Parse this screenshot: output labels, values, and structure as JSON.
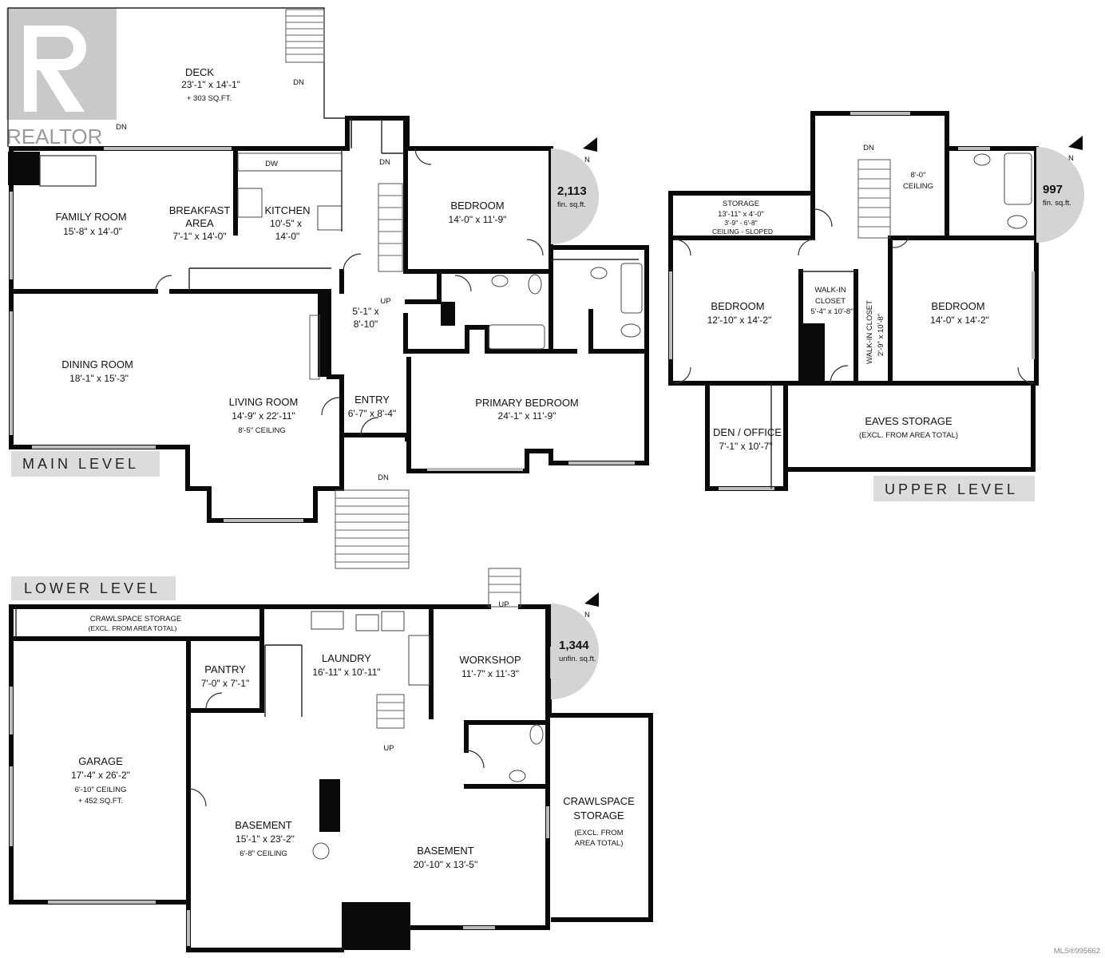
{
  "brand": {
    "logo_text": "REALTOR",
    "mls": "MLS®995662"
  },
  "levels": {
    "main": "MAIN LEVEL",
    "upper": "UPPER LEVEL",
    "lower": "LOWER LEVEL"
  },
  "area_badges": {
    "main": {
      "value": "2,113",
      "unit": "fin. sq.ft."
    },
    "upper": {
      "value": "997",
      "unit": "fin. sq.ft."
    },
    "lower": {
      "value": "1,344",
      "unit": "unfin. sq.ft."
    },
    "north_letter": "N"
  },
  "rooms": {
    "deck": {
      "name": "DECK",
      "dim": "23'-1\" x 14'-1\"",
      "note": "+ 303 SQ.FT."
    },
    "family_room": {
      "name": "FAMILY ROOM",
      "dim": "15'-8\" x 14'-0\""
    },
    "breakfast": {
      "name1": "BREAKFAST",
      "name2": "AREA",
      "dim": "7'-1\" x 14'-0\""
    },
    "kitchen": {
      "name": "KITCHEN",
      "dim1": "10'-5\" x",
      "dim2": "14'-0\""
    },
    "bedroom_main": {
      "name": "BEDROOM",
      "dim": "14'-0\" x 11'-9\""
    },
    "dining_room": {
      "name": "DINING ROOM",
      "dim": "18'-1\" x 15'-3\""
    },
    "living_room": {
      "name": "LIVING ROOM",
      "dim": "14'-9\" x 22'-11\"",
      "note": "8'-5\" CEILING"
    },
    "hall": {
      "dim1": "5'-1\" x",
      "dim2": "8'-10\""
    },
    "entry": {
      "name": "ENTRY",
      "dim": "6'-7\" x 8'-4\""
    },
    "primary_bedroom": {
      "name": "PRIMARY BEDROOM",
      "dim": "24'-1\" x 11'-9\""
    },
    "storage_upper": {
      "name": "STORAGE",
      "dim": "13'-11\" x 4'-0\"",
      "note": "3'-9\" - 6'-8\"",
      "note2": "CEILING - SLOPED"
    },
    "ceiling_upper": {
      "dim": "8'-0\"",
      "note": "CEILING"
    },
    "bedroom_upper_left": {
      "name": "BEDROOM",
      "dim": "12'-10\" x 14'-2\""
    },
    "walkin_closet": {
      "name1": "WALK-IN",
      "name2": "CLOSET",
      "dim": "5'-4\" x 10'-8\""
    },
    "walkin_closet_2": {
      "name": "WALK-IN CLOSET",
      "dim": "2'-9\" x 10'-8\""
    },
    "bedroom_upper_right": {
      "name": "BEDROOM",
      "dim": "14'-0\" x 14'-2\""
    },
    "den_office": {
      "name": "DEN / OFFICE",
      "dim": "7'-1\" x 10'-7\""
    },
    "eaves_storage": {
      "name": "EAVES STORAGE",
      "note": "(EXCL. FROM AREA TOTAL)"
    },
    "crawl_top": {
      "name": "CRAWLSPACE STORAGE",
      "note": "(EXCL. FROM AREA TOTAL)"
    },
    "pantry": {
      "name": "PANTRY",
      "dim": "7'-0\" x 7'-1\""
    },
    "laundry": {
      "name": "LAUNDRY",
      "dim": "16'-11\" x 10'-11\""
    },
    "workshop": {
      "name": "WORKSHOP",
      "dim": "11'-7\" x 11'-3\""
    },
    "garage": {
      "name": "GARAGE",
      "dim": "17'-4\" x 26'-2\"",
      "note": "6'-10\" CEILING",
      "note2": "+ 452 SQ.FT."
    },
    "basement_left": {
      "name": "BASEMENT",
      "dim": "15'-1\" x 23'-2\"",
      "note": "6'-8\" CEILING"
    },
    "basement_right": {
      "name": "BASEMENT",
      "dim": "20'-10\" x 13'-5\""
    },
    "crawl_right": {
      "line1": "CRAWLSPACE",
      "line2": "STORAGE",
      "line3": "(EXCL. FROM",
      "line4": "AREA TOTAL)"
    }
  },
  "stairs": {
    "dn": "DN",
    "up": "UP"
  },
  "fixtures": {
    "dw": "DW"
  }
}
